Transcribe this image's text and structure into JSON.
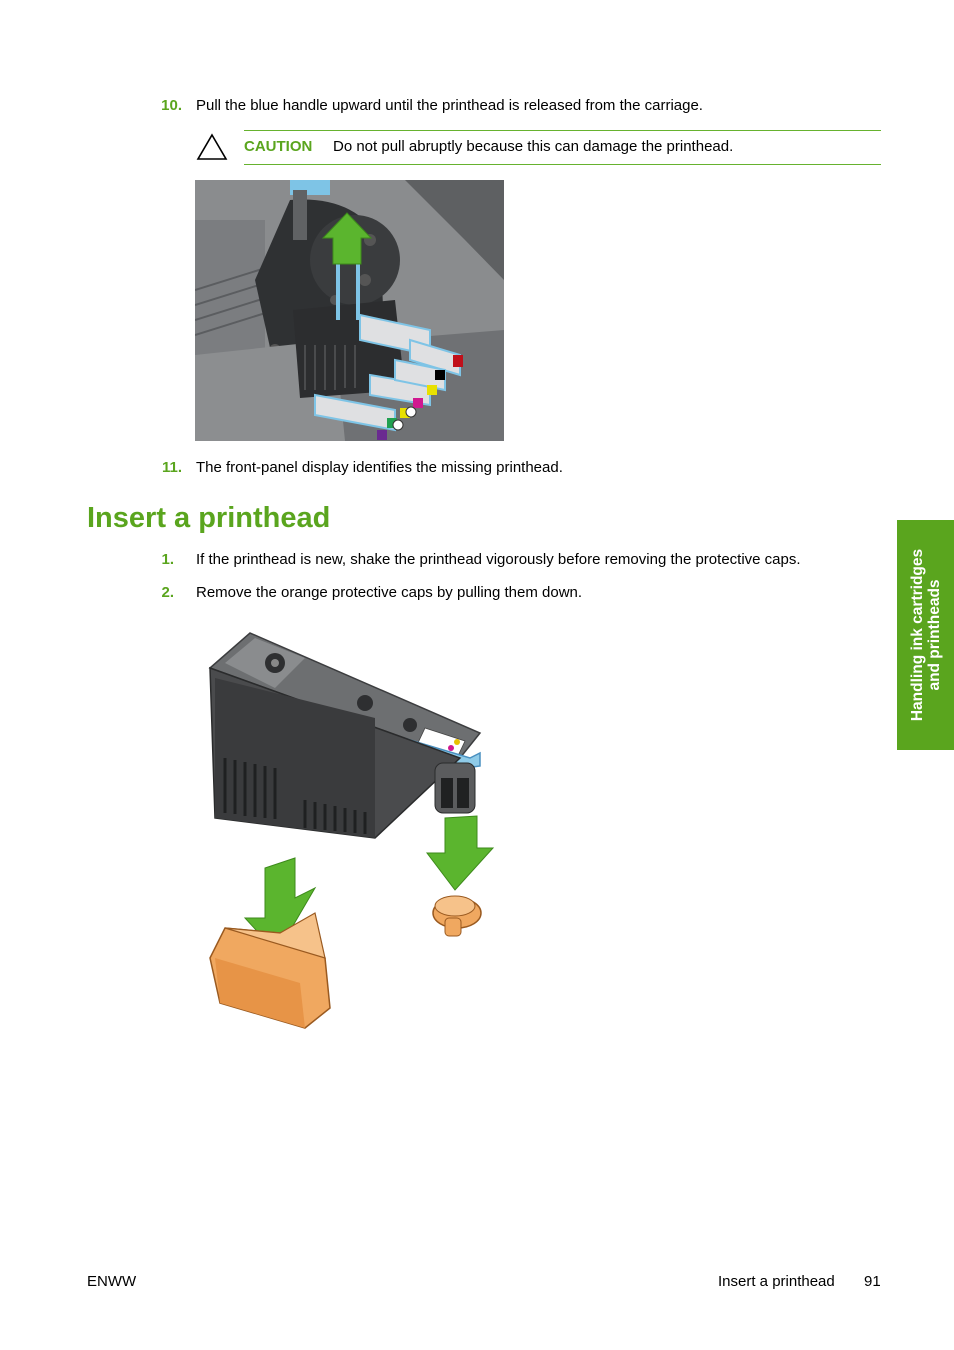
{
  "steps_top": [
    {
      "number": "10.",
      "text": "Pull the blue handle upward until the printhead is released from the carriage."
    },
    {
      "number": "11.",
      "text": "The front-panel display identifies the missing printhead."
    }
  ],
  "caution": {
    "label": "CAUTION",
    "text": "Do not pull abruptly because this can damage the printhead."
  },
  "section": {
    "title": "Insert a printhead",
    "steps": [
      {
        "number": "1.",
        "text": "If the printhead is new, shake the printhead vigorously before removing the protective caps."
      },
      {
        "number": "2.",
        "text": "Remove the orange protective caps by pulling them down."
      }
    ]
  },
  "side_tab": {
    "line1": "Handling ink cartridges",
    "line2": "and printheads"
  },
  "footer": {
    "left": "ENWW",
    "section_name": "Insert a printhead",
    "page_number": "91"
  },
  "colors": {
    "accent_green": "#5aa51e",
    "handle_blue": "#7ec4e6",
    "cap_orange": "#f0a860"
  }
}
